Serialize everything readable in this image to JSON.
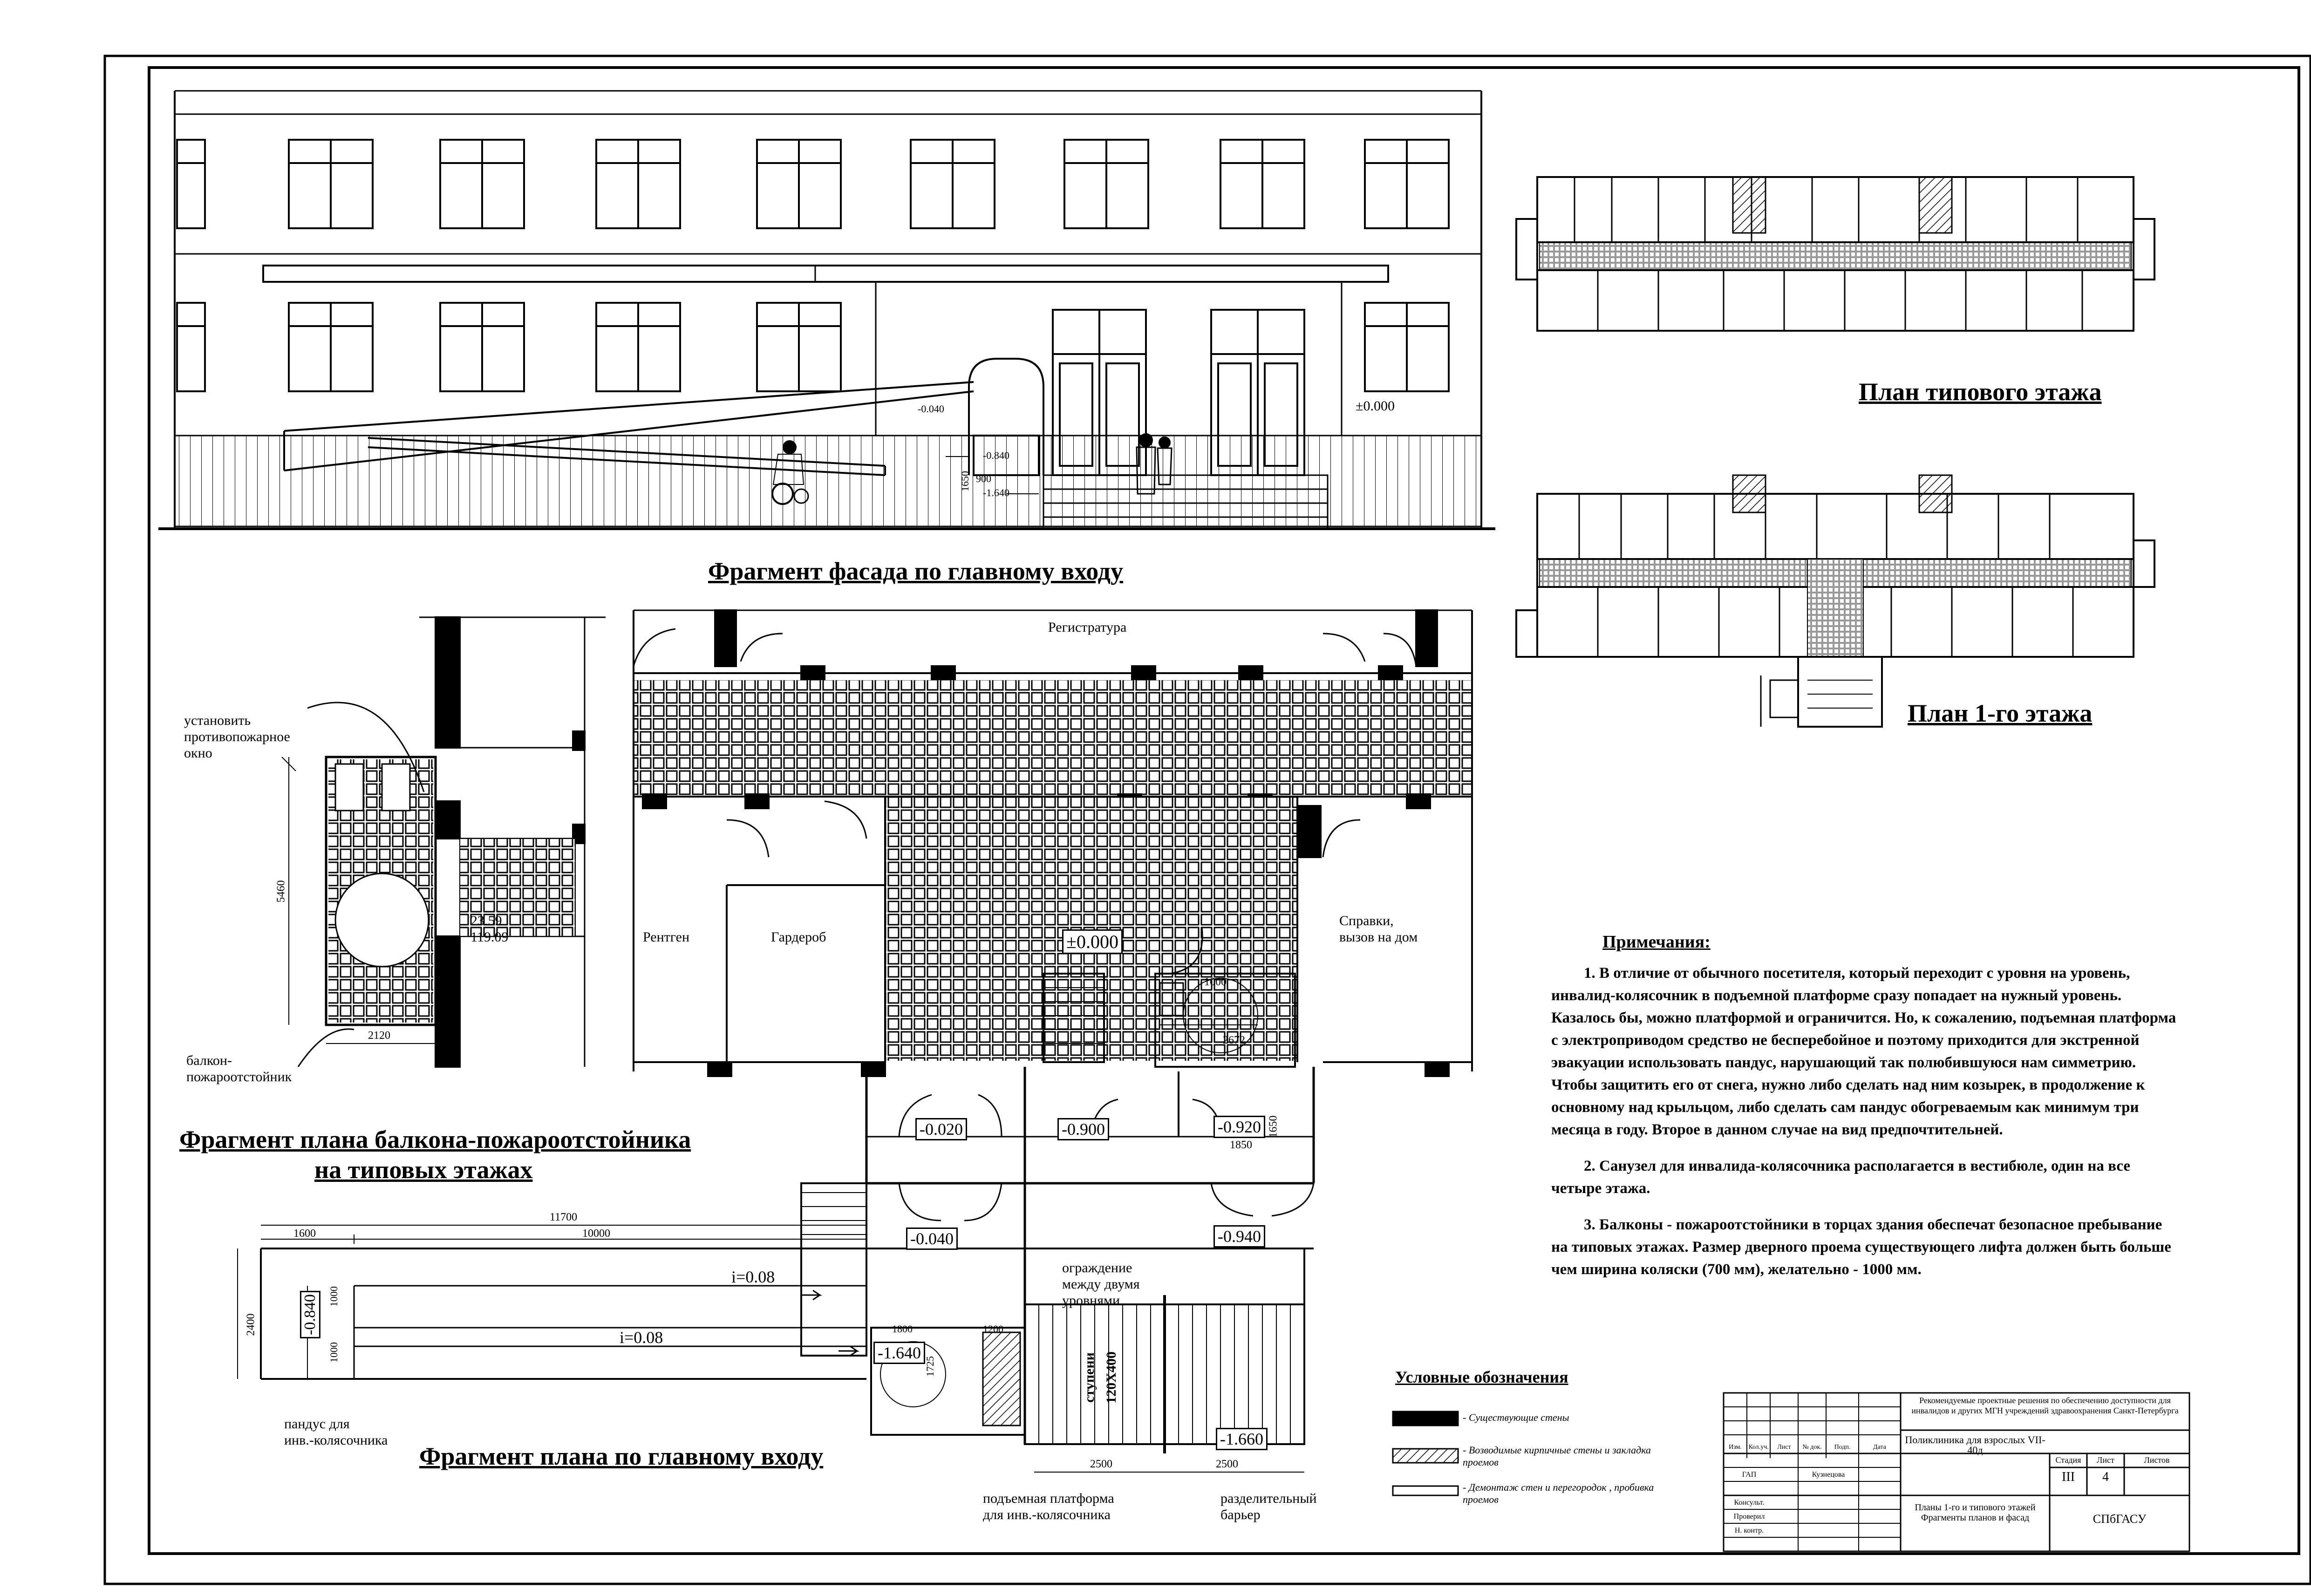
{
  "titles": {
    "facade": "Фрагмент фасада по главному входу",
    "typical_floor": "План типового этажа",
    "first_floor": "План 1-го этажа",
    "balcony_line1": "Фрагмент плана балкона-пожароотстойника",
    "balcony_line2": "на типовых этажах",
    "entrance": "Фрагмент плана по главному входу"
  },
  "facade_marks": {
    "zero": "±0.000",
    "m1": "-0.840",
    "m2": "-1.640",
    "d900": "900",
    "d1650": "1650",
    "d040": "-0.040"
  },
  "balcony": {
    "label_fire_window": [
      "установить",
      "противопожарное",
      "окно"
    ],
    "dim_5460": "5460",
    "dim_2120": "2120",
    "mark1": "23.59",
    "mark2": "119.09",
    "label_balcony": [
      "балкон-",
      "пожароотстойник"
    ]
  },
  "entrance_plan": {
    "registry": "Регистратура",
    "xray": "Рентген",
    "cloakroom": "Гардероб",
    "info": [
      "Справки,",
      "вызов на дом"
    ],
    "zero": "±0.000",
    "m020": "-0.020",
    "m900": "-0.900",
    "m920": "-0.920",
    "m040": "-0.040",
    "m940": "-0.940",
    "m1640": "-1.640",
    "m1660": "-1.660",
    "m840": "-0.840",
    "d1000": "1000",
    "d2672": "2672",
    "d1850": "1850",
    "d1650": "1650",
    "d11700": "11700",
    "d1600": "1600",
    "d10000": "10000",
    "d2400": "2400",
    "d1000a": "1000",
    "d1000b": "1000",
    "d1800": "1800",
    "d1200": "1200",
    "d1725": "1725",
    "d2500a": "2500",
    "d2500b": "2500",
    "slope1": "i=0.08",
    "slope2": "i=0.08",
    "steps": [
      "ступени",
      "120Х400"
    ],
    "fence": [
      "ограждение",
      "между двумя",
      "уровнями"
    ],
    "ramp": [
      "пандус для",
      "инв.-колясочника"
    ],
    "lift": [
      "подъемная платформа",
      "для инв.-колясочника"
    ],
    "barrier": [
      "разделительный",
      "барьер"
    ]
  },
  "notes": {
    "heading": "Примечания:",
    "items": [
      "1. В отличие от обычного посетителя, который переходит с уровня на уровень, инвалид-колясочник в подъемной платформе сразу попадает на нужный уровень. Казалось бы, можно платформой и ограничится. Но, к сожалению, подъемная платформа с электроприводом средство не бесперебойное и поэтому приходится для экстреннoй эвакуации использовать пандус, нарушающий так полюбившуюся нам симметрию. Чтобы защитить его от снега, нужно либо сделать над ним козырек, в продолжение к основному над крыльцом, либо сделать сам пандус обогреваемым как минимум три месяца в году. Второе в данном случае на вид предпочтительней.",
      "2. Санузел для инвалида-колясочника располагается в вестибюле, один на все четыре этажа.",
      "3. Балконы - пожароотстойники в торцах здания обеспечат безопасное пребывание на типовых этажах. Размер дверного проема существующего лифта должен быть больше чем ширина коляски (700 мм), желательно - 1000 мм."
    ]
  },
  "legend": {
    "title": "Условные обозначения",
    "items": [
      "- Существующие стены",
      "- Возводимые кирпичные стены и закладка проемов",
      "- Демонтаж стен и перегородок , пробивка проемов"
    ]
  },
  "title_block": {
    "header": "Рекомендуемые проектные решения по обеспечению доступности для инвалидов и других МГН учреждений здравоохранения Санкт-Петербурга",
    "project": "Поликлиника для взрослых VII-40д",
    "sheet_title": "Планы 1-го и типового этажей Фрагменты планов и фасад",
    "org": "СПбГАСУ",
    "stage_h": "Стадия",
    "sheet_h": "Лист",
    "sheets_h": "Листов",
    "stage": "III",
    "sheet": "4",
    "cols": [
      "Изм.",
      "Кол.уч.",
      "Лист",
      "№ док.",
      "Подп.",
      "Дата"
    ],
    "roles": [
      "ГАП",
      "Консульт.",
      "Проверил",
      "Н. контр."
    ],
    "gap_name": "Кузнецова"
  }
}
